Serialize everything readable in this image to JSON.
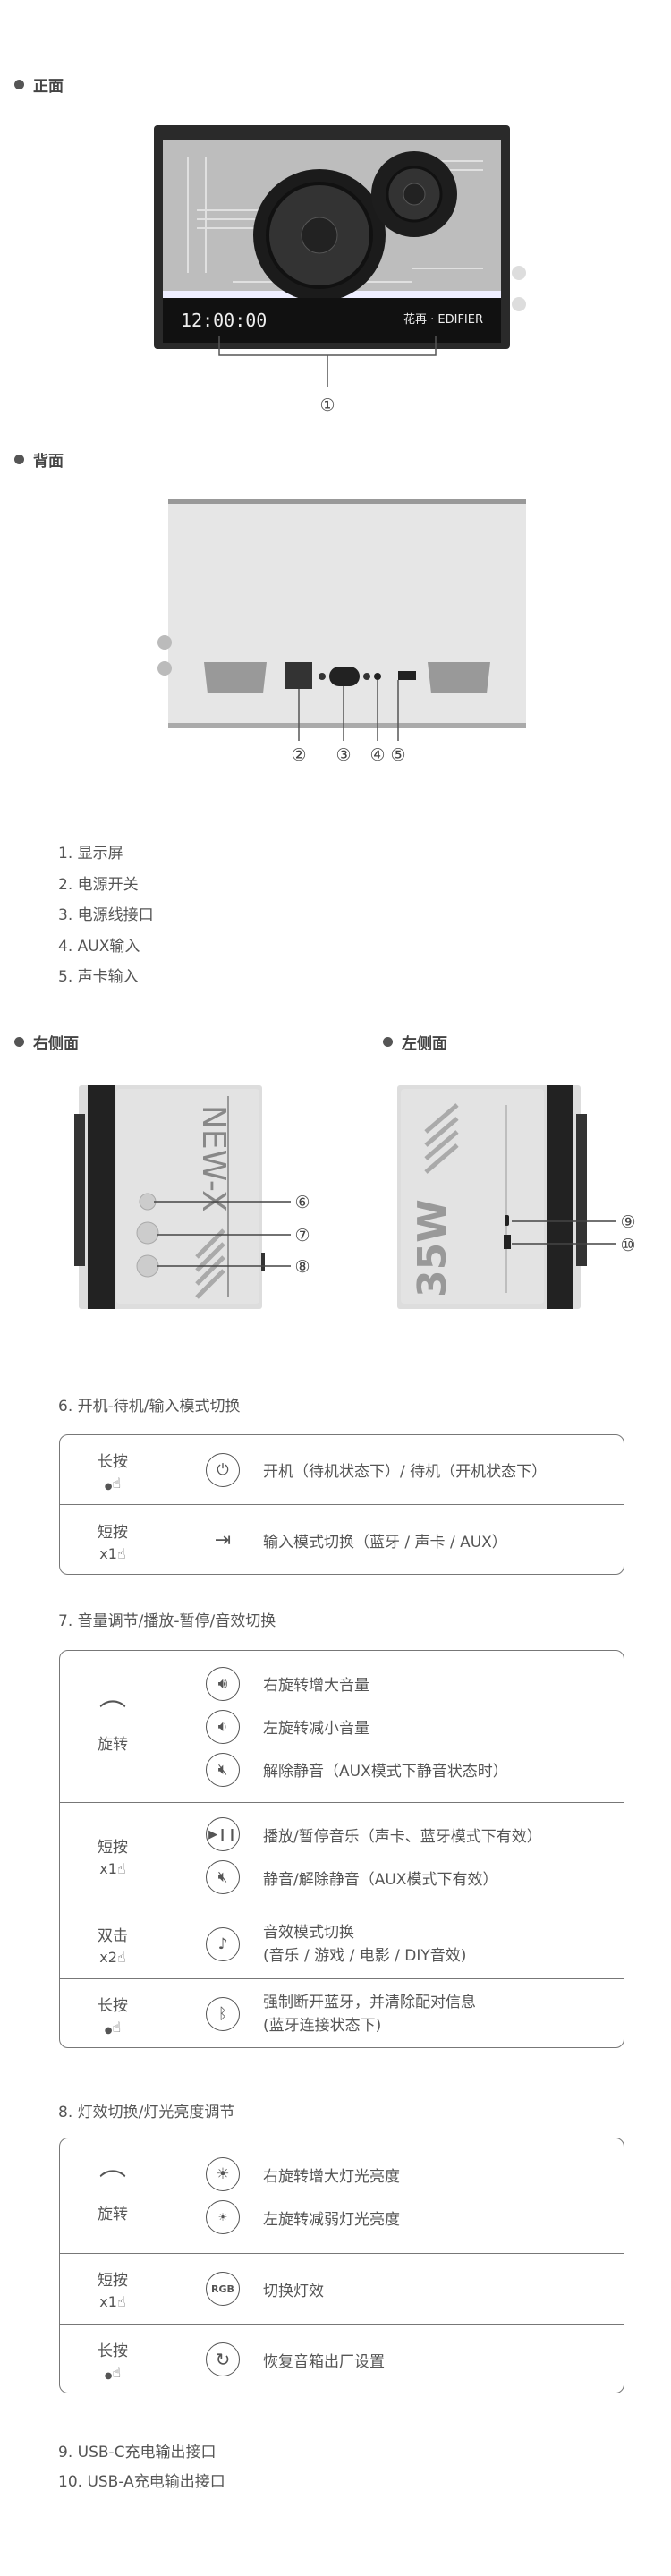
{
  "sections": {
    "front": "正面",
    "back": "背面",
    "right": "右侧面",
    "left": "左侧面"
  },
  "device": {
    "clock": "12:00:00",
    "brand": "花再 · EDIFIER",
    "side_right_text": "NEW-X",
    "side_left_text": "35W"
  },
  "callouts": [
    "①",
    "②",
    "③",
    "④",
    "⑤",
    "⑥",
    "⑦",
    "⑧",
    "⑨",
    "⑩"
  ],
  "parts": [
    "1. 显示屏",
    "2. 电源开关",
    "3. 电源线接口",
    "4. AUX输入",
    "5. 声卡输入"
  ],
  "usb": [
    "9. USB-C充电输出接口",
    "10. USB-A充电输出接口"
  ],
  "tables": [
    {
      "title": "6. 开机-待机/输入模式切换",
      "rows": [
        {
          "label": "长按",
          "gesture": "",
          "items": [
            {
              "icon": "power-icon",
              "text": "开机（待机状态下）/ 待机（开机状态下）"
            }
          ]
        },
        {
          "label": "短按",
          "gesture": "x1",
          "items": [
            {
              "icon": "input-icon",
              "text": "输入模式切换（蓝牙 / 声卡 / AUX）"
            }
          ]
        }
      ]
    },
    {
      "title": "7. 音量调节/播放-暂停/音效切换",
      "rows": [
        {
          "label": "旋转",
          "gesture": "",
          "items": [
            {
              "icon": "volume-up-icon",
              "text": "右旋转增大音量"
            },
            {
              "icon": "volume-down-icon",
              "text": "左旋转减小音量"
            },
            {
              "icon": "mute-icon",
              "text": "解除静音（AUX模式下静音状态时）"
            }
          ]
        },
        {
          "label": "短按",
          "gesture": "x1",
          "items": [
            {
              "icon": "play-pause-icon",
              "text": "播放/暂停音乐（声卡、蓝牙模式下有效）"
            },
            {
              "icon": "mute-icon",
              "text": "静音/解除静音（AUX模式下有效）"
            }
          ]
        },
        {
          "label": "双击",
          "gesture": "x2",
          "items": [
            {
              "icon": "music-note-icon",
              "text": "音效模式切换",
              "text2": "(音乐 / 游戏 / 电影 / DIY音效)"
            }
          ]
        },
        {
          "label": "长按",
          "gesture": "",
          "items": [
            {
              "icon": "bluetooth-icon",
              "text": "强制断开蓝牙，并清除配对信息",
              "text2": "(蓝牙连接状态下)"
            }
          ]
        }
      ]
    },
    {
      "title": "8. 灯效切换/灯光亮度调节",
      "rows": [
        {
          "label": "旋转",
          "gesture": "",
          "items": [
            {
              "icon": "brightness-up-icon",
              "text": "右旋转增大灯光亮度"
            },
            {
              "icon": "brightness-down-icon",
              "text": "左旋转减弱灯光亮度"
            }
          ]
        },
        {
          "label": "短按",
          "gesture": "x1",
          "items": [
            {
              "icon": "rgb-icon",
              "icon_text": "RGB",
              "text": "切换灯效"
            }
          ]
        },
        {
          "label": "长按",
          "gesture": "",
          "items": [
            {
              "icon": "reset-icon",
              "text": "恢复音箱出厂设置"
            }
          ]
        }
      ]
    }
  ]
}
